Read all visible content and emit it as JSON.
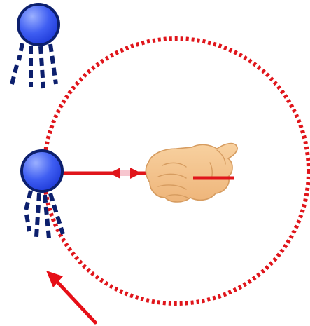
{
  "diagram": {
    "colors": {
      "orbit_path": "#e0151b",
      "string": "#e0151b",
      "tension_arrows": "#e0151b",
      "tension_midpoint": "#f7c6cf",
      "motion_arrow": "#e60f17",
      "ball_outline": "#0c1f6d",
      "ball_fill_light": "#9bb0ff",
      "ball_fill_dark": "#1e3ad8",
      "speed_lines": "#0c1f6d",
      "hand_fill": "#f6c990",
      "hand_outline": "#d69c60"
    },
    "orbit": {
      "style": "dotted",
      "direction": "counterclockwise"
    },
    "objects": [
      "ball-top",
      "ball-on-string",
      "hand",
      "string",
      "motion-arrow"
    ]
  }
}
